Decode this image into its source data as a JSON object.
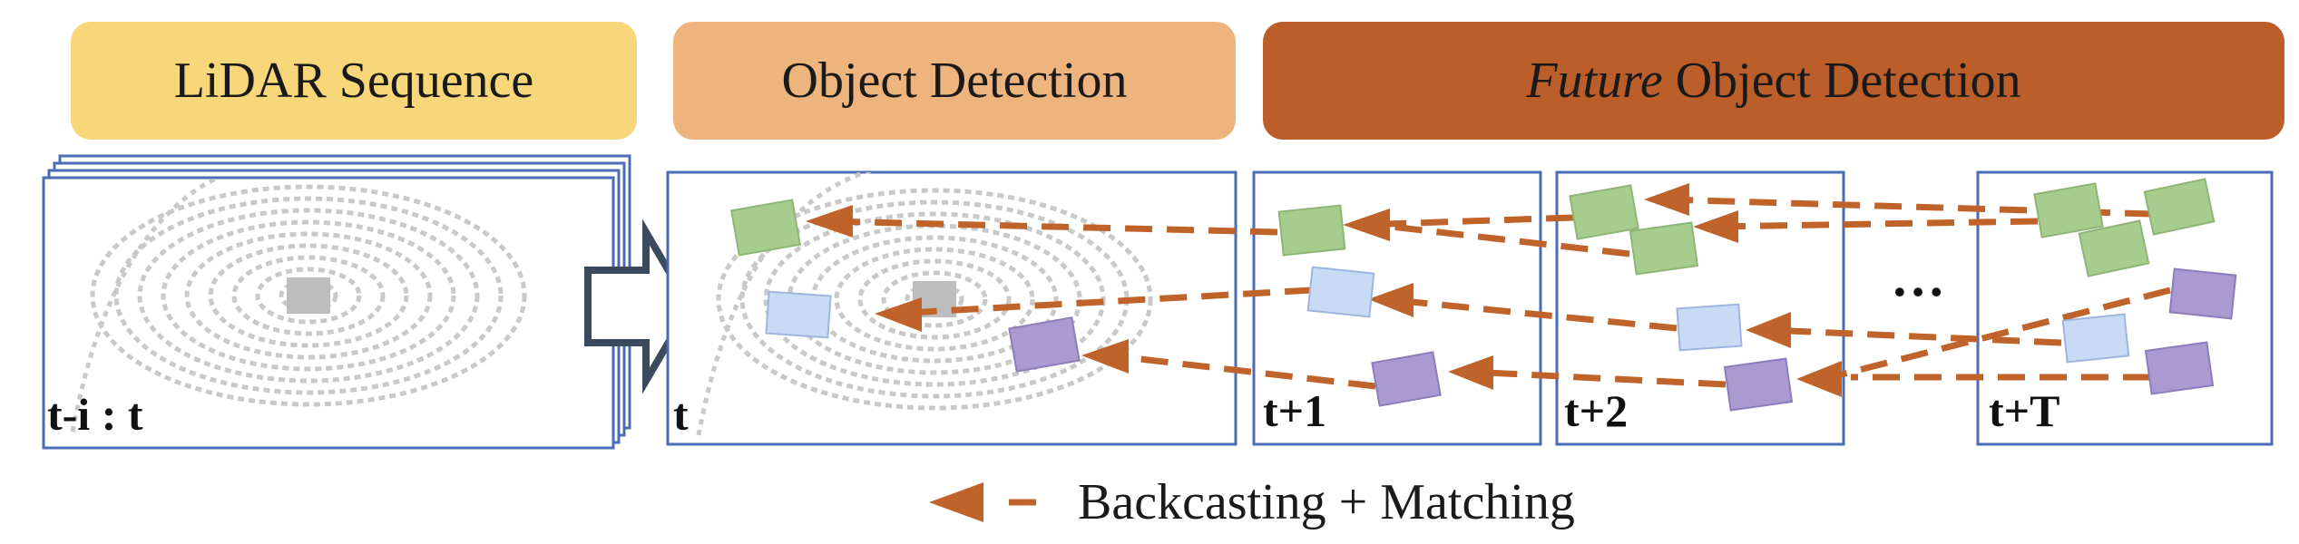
{
  "headers": {
    "lidar": "LiDAR Sequence",
    "detection": "Object Detection",
    "future_italic": "Future",
    "future_rest": " Object Detection"
  },
  "frames": {
    "lidar": "t-i : t",
    "t": "t",
    "t1": "t+1",
    "t2": "t+2",
    "tT": "t+T"
  },
  "ellipsis": "…",
  "legend": "Backcasting + Matching",
  "colors": {
    "lidar_header": "#f8d77a",
    "detection_header": "#eeb47d",
    "future_header": "#bb5e2a",
    "frame_border": "#4a6bb5",
    "arrow": "#c0632b",
    "box_green": "#a7cd8e",
    "box_blue": "#c9daf4",
    "box_purple": "#a99ad1",
    "pointcloud": "#c9c9c9"
  }
}
